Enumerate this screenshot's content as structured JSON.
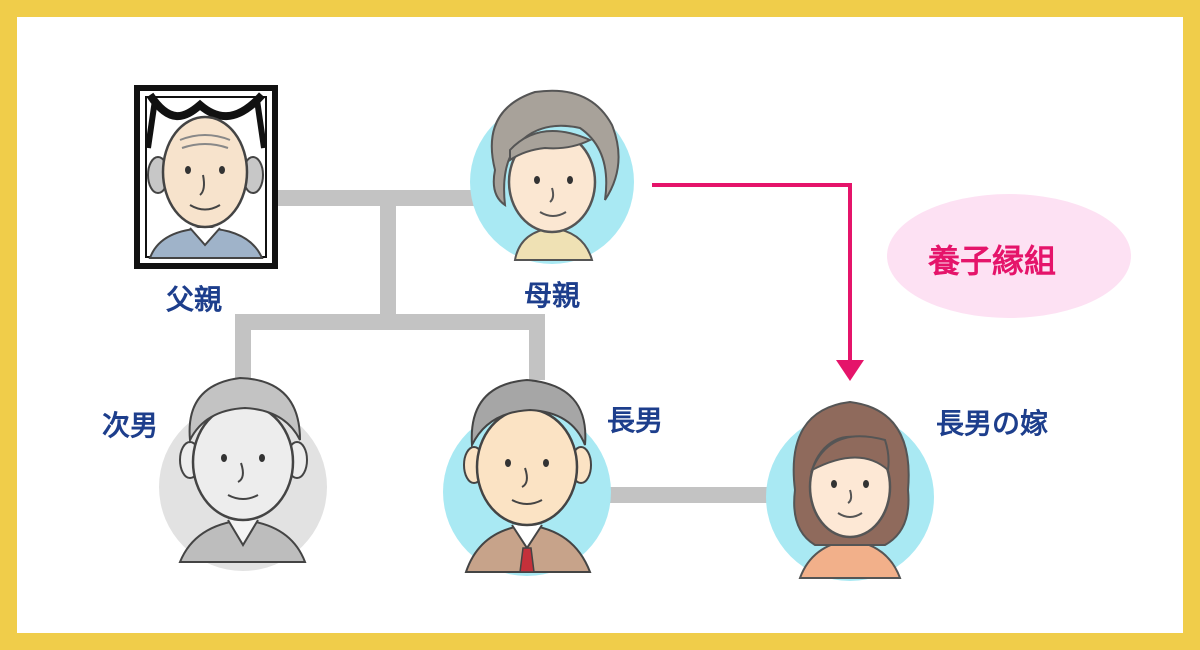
{
  "labels": {
    "father": "父親",
    "mother": "母親",
    "second_son": "次男",
    "eldest_son": "長男",
    "eldest_son_wife": "長男の嫁"
  },
  "relation": {
    "adoption": "養子縁組"
  },
  "colors": {
    "frame": "#f0cd4a",
    "connector": "#c3c3c3",
    "arrow": "#e5146a",
    "label_text": "#1d3e8c",
    "living_circle": "#a9e9f3",
    "deceased_circle": "#e2e2e2",
    "adoption_bubble": "#fde1f3"
  },
  "icons": {
    "father": "memorial-portrait-icon",
    "mother": "elderly-woman-icon",
    "second_son": "grayscale-man-icon",
    "eldest_son": "man-with-tie-icon",
    "eldest_son_wife": "woman-icon"
  }
}
